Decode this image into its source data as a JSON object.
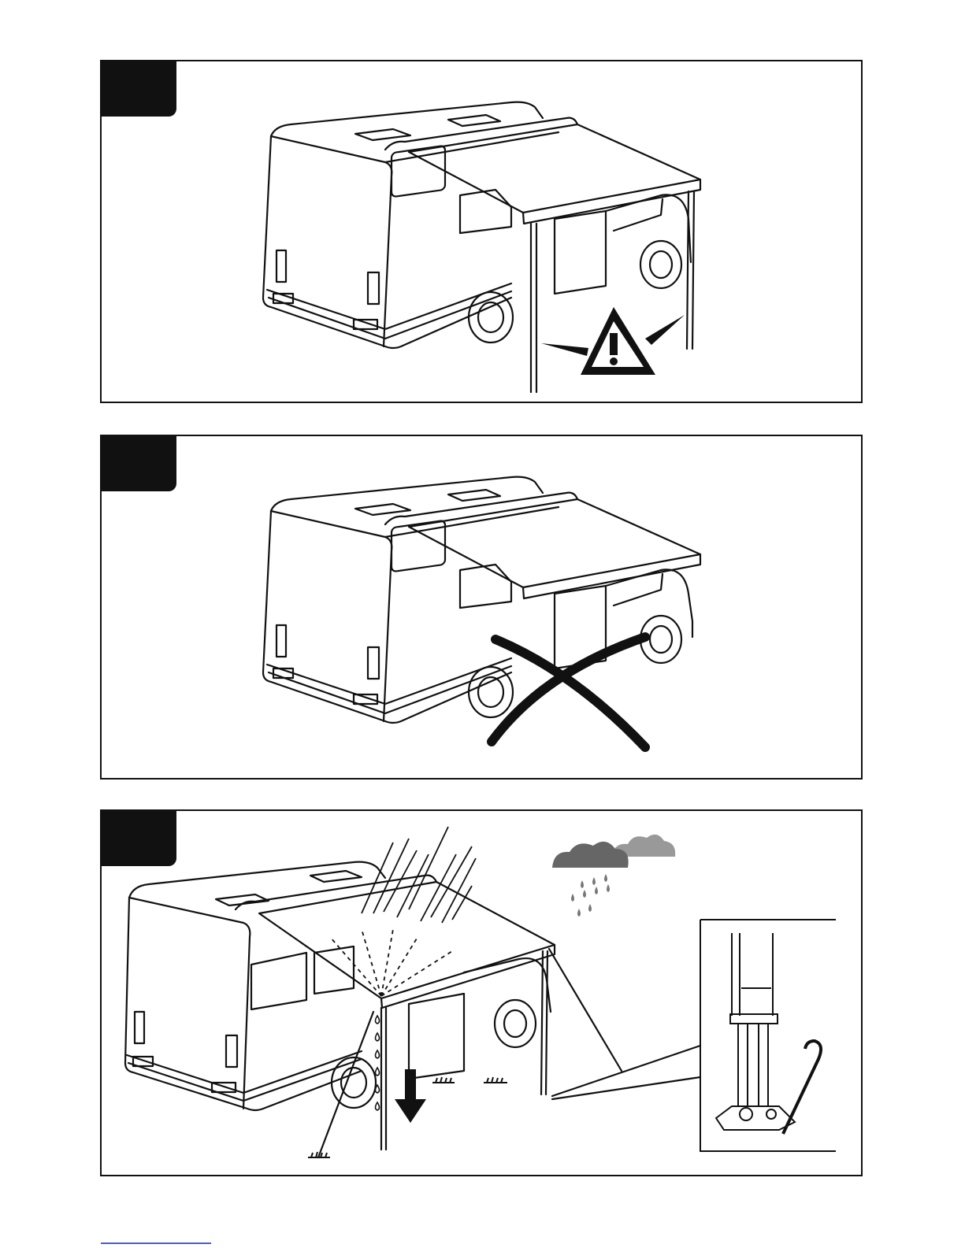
{
  "document": {
    "panels": [
      {
        "id": "panel-1",
        "illustration": "motorhome-awning-extended-with-legs-warning"
      },
      {
        "id": "panel-2",
        "illustration": "motorhome-awning-extended-without-legs-not-allowed"
      },
      {
        "id": "panel-3",
        "illustration": "motorhome-awning-tilted-rain-drainage-pegged-legs"
      }
    ],
    "icons": [
      "warning-icon",
      "cross-out-icon",
      "rain-cloud-icon",
      "down-arrow-icon",
      "hook-peg-icon"
    ],
    "colors": {
      "ink": "#111111",
      "paper": "#ffffff",
      "cloud": "#777777",
      "link": "#4a5bd6"
    }
  }
}
